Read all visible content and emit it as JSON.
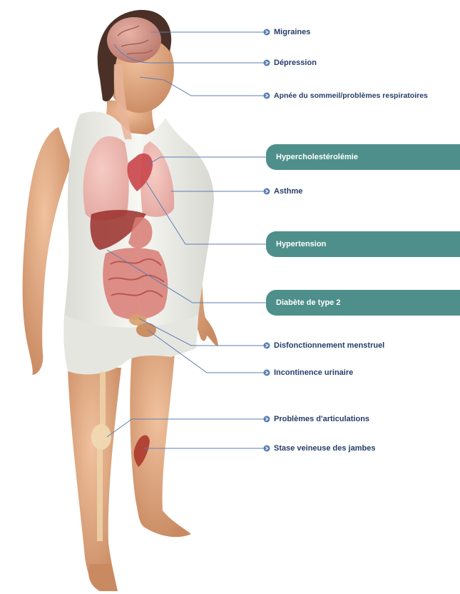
{
  "labels": {
    "migraines": "Migraines",
    "depression": "Dépression",
    "apnee": "Apnée du sommeil/problèmes respiratoires",
    "asthme": "Asthme",
    "disfonctionnement": "Disfonctionnement menstruel",
    "incontinence": "Incontinence urinaire",
    "articulations": "Problèmes d'articulations",
    "stase": "Stase veineuse des jambes"
  },
  "highlighted": {
    "hypercholesterolemie": "Hypercholestérolémie",
    "hypertension": "Hypertension",
    "diabete": "Diabète de type 2"
  },
  "colors": {
    "line": "#5b7fb3",
    "label_text": "#253d6b",
    "pill": "#4e8f8b",
    "skin": "#d9a27a",
    "clothing": "#eeeeea",
    "hair": "#4a3026"
  }
}
